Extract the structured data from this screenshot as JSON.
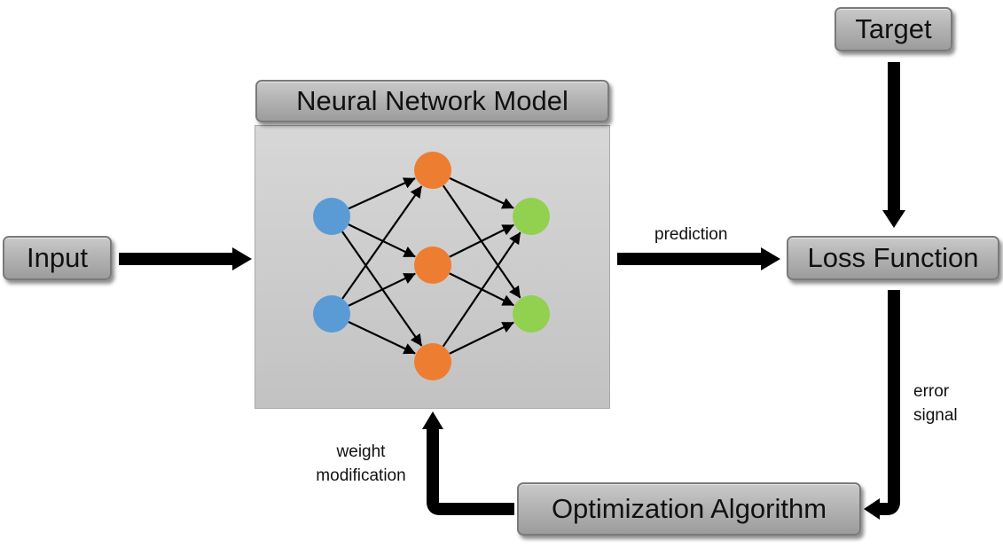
{
  "boxes": {
    "input": "Input",
    "model": "Neural Network Model",
    "target": "Target",
    "loss": "Loss Function",
    "optimizer": "Optimization Algorithm"
  },
  "labels": {
    "prediction": "prediction",
    "error_line1": "error",
    "error_line2": "signal",
    "weight_line1": "weight",
    "weight_line2": "modification"
  },
  "colors": {
    "input_node": "#5b9bd5",
    "hidden_node": "#ed7d31",
    "output_node": "#92d050",
    "arrow": "#000000"
  },
  "network": {
    "input_nodes": 2,
    "hidden_nodes": 3,
    "output_nodes": 2
  }
}
